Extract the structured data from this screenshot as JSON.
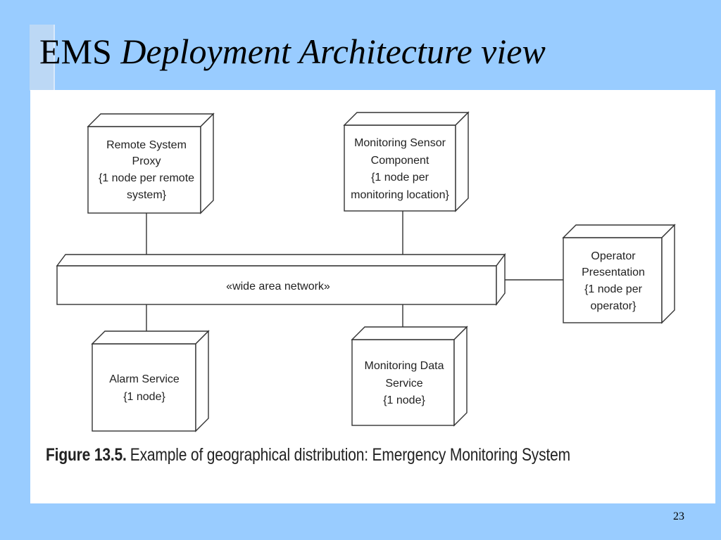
{
  "slide": {
    "title_plain": "EMS",
    "title_italic": "Deployment Architecture view",
    "page_number": "23"
  },
  "diagram": {
    "nodes": {
      "remote_system_proxy": [
        "Remote System",
        "Proxy",
        "{1 node per remote",
        "system}"
      ],
      "monitoring_sensor_component": [
        "Monitoring Sensor",
        "Component",
        "{1 node per",
        "monitoring location}"
      ],
      "operator_presentation": [
        "Operator",
        "Presentation",
        "{1 node per",
        "operator}"
      ],
      "alarm_service": [
        "Alarm Service",
        "{1 node}"
      ],
      "monitoring_data_service": [
        "Monitoring Data",
        "Service",
        "{1 node}"
      ]
    },
    "network_label": "«wide area network»"
  },
  "caption": {
    "figure_number": "Figure 13.5.",
    "text": "Example of geographical distribution: Emergency Monitoring System"
  }
}
